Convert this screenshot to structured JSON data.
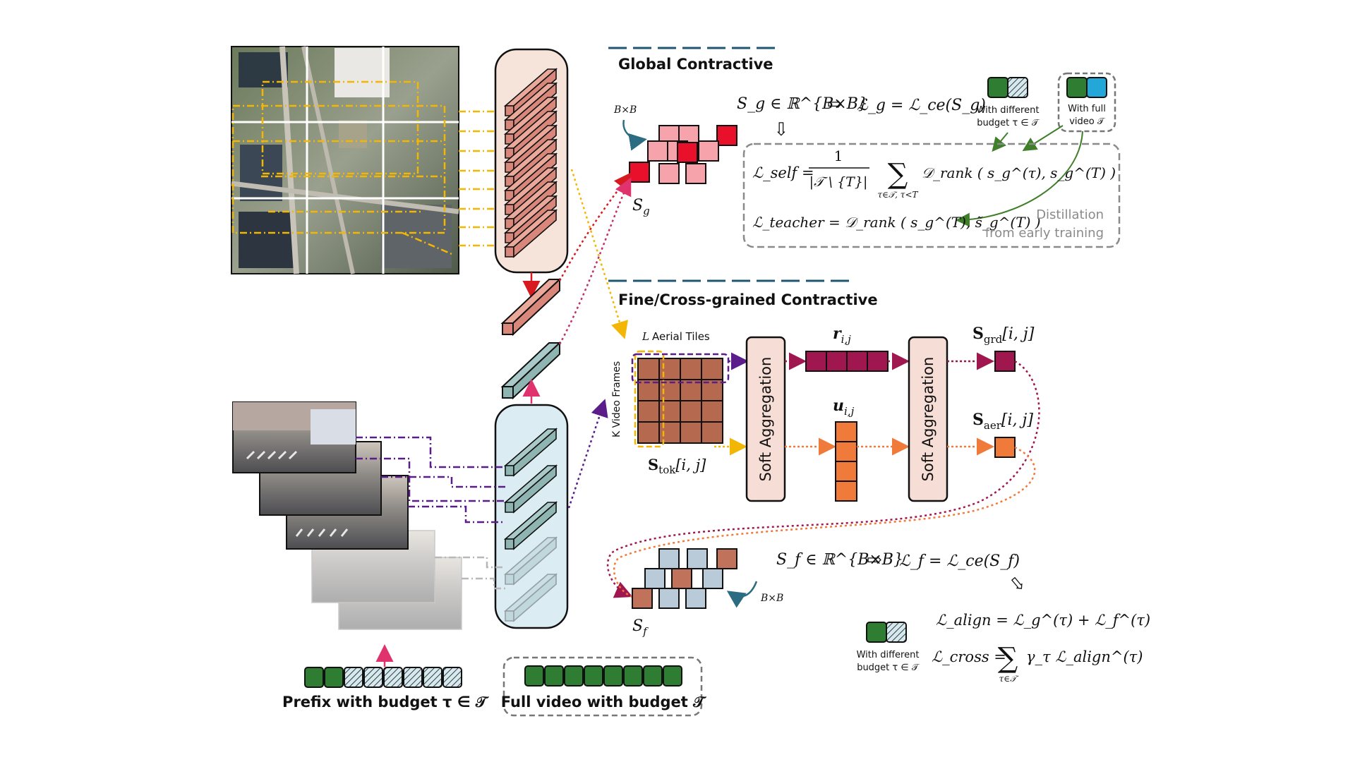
{
  "sections": {
    "global_title": "Global Contractive",
    "fine_title": "Fine/Cross-grained Contractive"
  },
  "labels": {
    "bxb": "B×B",
    "sg_label": "S",
    "sg_sub": "g",
    "sf_label": "S",
    "sf_sub": "f",
    "aerial_tiles": "L Aerial Tiles",
    "video_frames": "K Video Frames",
    "soft_agg": "Soft Aggregation",
    "stok": "S",
    "stok_sub": "tok",
    "stok_idx": "[i, j]",
    "r": "r",
    "u": "u",
    "ij": "i,j",
    "sgrd": "S",
    "sgrd_sub": "grd",
    "saer": "S",
    "saer_sub": "aer",
    "idx": "[i, j]",
    "budget_diff_1": "With different",
    "budget_diff_2": "budget τ ∈ 𝒯",
    "full_video_1": "With full",
    "full_video_2": "video 𝒯",
    "distill_1": "Distillation",
    "distill_2": "from early training",
    "prefix_caption": "Prefix with budget τ ∈ 𝒯",
    "full_caption": "Full video with budget 𝒯"
  },
  "equations": {
    "sg_def": "S_g ∈ ℝ^{B×B}",
    "lg": "ℒ_g = ℒ_ce(S_g)",
    "lself_lhs": "ℒ_self =",
    "lself_frac_num": "1",
    "lself_frac_den": "|𝒯 \\ {T}|",
    "lself_sum_under": "τ∈𝒯, τ<T",
    "lself_rhs": "𝒟_rank ( s_g^(τ), s_g^(T) )",
    "lteacher": "ℒ_teacher = 𝒟_rank ( s_g^(T), s̃_g^(T) )",
    "sf_def": "S_f ∈ ℝ^{B×B}",
    "lf": "ℒ_f = ℒ_ce(S_f)",
    "lalign": "ℒ_align = ℒ_g^(τ) + ℒ_f^(τ)",
    "lcross_lhs": "ℒ_cross =",
    "lcross_sum_under": "τ∈𝒯",
    "lcross_rhs": "γ_τ ℒ_align^(τ)"
  },
  "colors": {
    "aerial_encoder_fill": "#f6e3d9",
    "aerial_feat": "#eaa89a",
    "ground_encoder_fill": "#dcecf3",
    "ground_feat": "#a9c9c8",
    "green_token": "#2e7d32",
    "hatched_token": "#cfe3e8",
    "cyan_token": "#22a7d8",
    "sg_red": "#e8102a",
    "sg_pink": "#f6a3ab",
    "sf_brown": "#c0735a",
    "sf_blue": "#b9cbd9",
    "tile_brown": "#b5694e",
    "r_magenta": "#a0174f",
    "u_orange": "#f07a3a",
    "soft_agg_fill": "#f6ddd5",
    "yellow_dash": "#f2b705",
    "purple_dash": "#5b1d8a",
    "red_arrow": "#d71920",
    "pink_arrow": "#e0336d",
    "green_arrow": "#3f7f2a",
    "teal_arrow": "#2c6c82"
  }
}
